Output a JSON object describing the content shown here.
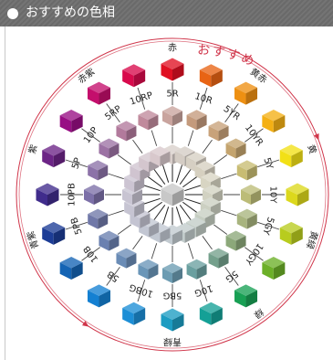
{
  "header": {
    "title": "おすすめの色相"
  },
  "wheel_caption": "おすすめ",
  "accent": "#d0354a",
  "hues": [
    {
      "code": "5R",
      "name": "赤",
      "sat": "#e01022",
      "mid": "#c9a49e",
      "pale": "#d9cfcb"
    },
    {
      "code": "10R",
      "name": "",
      "sat": "#e86414",
      "mid": "#c49a7c",
      "pale": "#d4ccc4"
    },
    {
      "code": "5YR",
      "name": "黄赤",
      "sat": "#ee9012",
      "mid": "#c8a27a",
      "pale": "#d6cfc3"
    },
    {
      "code": "10YR",
      "name": "",
      "sat": "#f4b014",
      "mid": "#c4a46e",
      "pale": "#d6d0c0"
    },
    {
      "code": "5Y",
      "name": "黄",
      "sat": "#f2e016",
      "mid": "#c8bc72",
      "pale": "#d8d5c3"
    },
    {
      "code": "10Y",
      "name": "",
      "sat": "#dcd81c",
      "mid": "#bcbc78",
      "pale": "#d2d2c2"
    },
    {
      "code": "5GY",
      "name": "黄緑",
      "sat": "#b8cc1e",
      "mid": "#a8b47e",
      "pale": "#ccd0c2"
    },
    {
      "code": "10GY",
      "name": "",
      "sat": "#6cb028",
      "mid": "#8ca87a",
      "pale": "#c6cec2"
    },
    {
      "code": "5G",
      "name": "緑",
      "sat": "#18a054",
      "mid": "#74a08c",
      "pale": "#c2ccc6"
    },
    {
      "code": "10G",
      "name": "",
      "sat": "#14a096",
      "mid": "#6aa0a0",
      "pale": "#c2cccc"
    },
    {
      "code": "5BG",
      "name": "青緑",
      "sat": "#1c9cc2",
      "mid": "#6c9cb2",
      "pale": "#c2cad0"
    },
    {
      "code": "10BG",
      "name": "",
      "sat": "#1c8ed6",
      "mid": "#6a96b8",
      "pale": "#c2c8d2"
    },
    {
      "code": "5B",
      "name": "",
      "sat": "#1480d2",
      "mid": "#6a8cb6",
      "pale": "#c2c6d2"
    },
    {
      "code": "10B",
      "name": "",
      "sat": "#1464b4",
      "mid": "#6a80b0",
      "pale": "#c4c4d2"
    },
    {
      "code": "5PB",
      "name": "青紫",
      "sat": "#1c3c96",
      "mid": "#7078a8",
      "pale": "#c6c4d2"
    },
    {
      "code": "10PB",
      "name": "",
      "sat": "#402c8c",
      "mid": "#7c70a8",
      "pale": "#c8c4d2"
    },
    {
      "code": "5P",
      "name": "紫",
      "sat": "#6c2486",
      "mid": "#8c72a8",
      "pale": "#ccc4d2"
    },
    {
      "code": "10P",
      "name": "",
      "sat": "#980e84",
      "mid": "#9c72a4",
      "pale": "#d0c4d0"
    },
    {
      "code": "5RP",
      "name": "赤紫",
      "sat": "#c40e6c",
      "mid": "#b27a9c",
      "pale": "#d4c6ce"
    },
    {
      "code": "10RP",
      "name": "",
      "sat": "#d80a4c",
      "mid": "#c08a9c",
      "pale": "#d8c8cc"
    }
  ],
  "center": {
    "color": "#c8c8c8"
  }
}
